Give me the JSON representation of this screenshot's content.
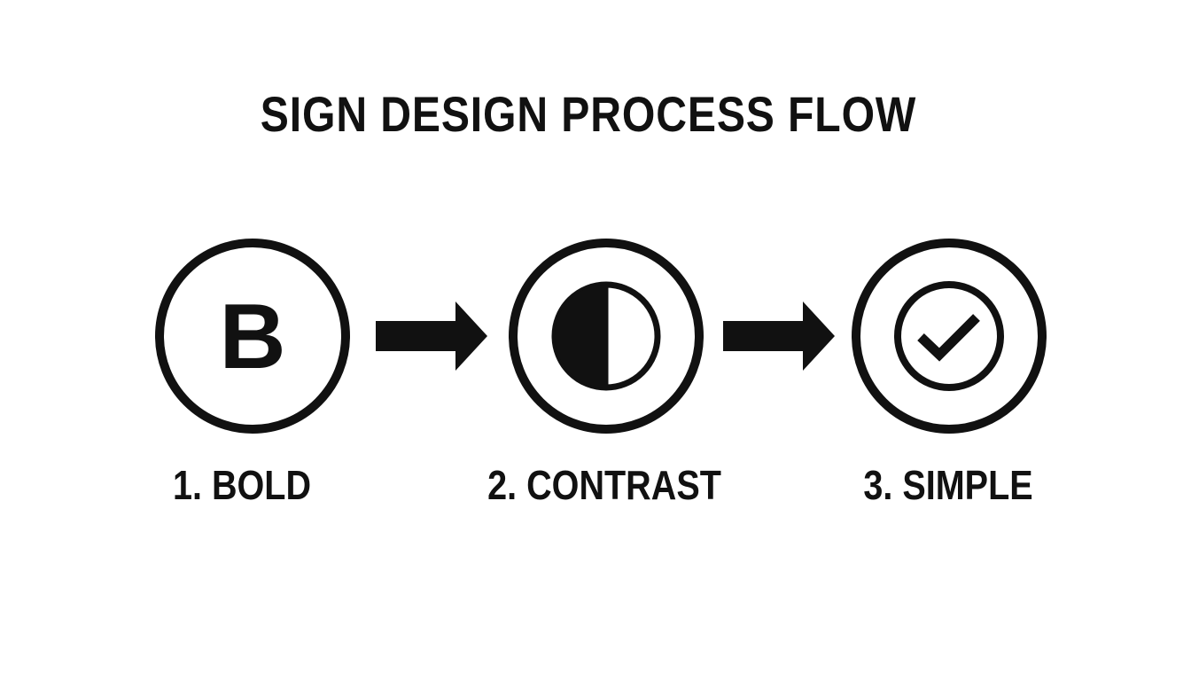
{
  "diagram": {
    "title": "SIGN DESIGN PROCESS FLOW",
    "steps": [
      {
        "label": "1. BOLD",
        "icon_text": "B",
        "icon": "letter-b-icon"
      },
      {
        "label": "2. CONTRAST",
        "icon": "half-circle-contrast-icon"
      },
      {
        "label": "3. SIMPLE",
        "icon": "checkmark-circle-icon"
      }
    ],
    "connectors": [
      "arrow-right-icon",
      "arrow-right-icon"
    ],
    "colors": {
      "foreground": "#111111",
      "background": "#ffffff"
    }
  }
}
